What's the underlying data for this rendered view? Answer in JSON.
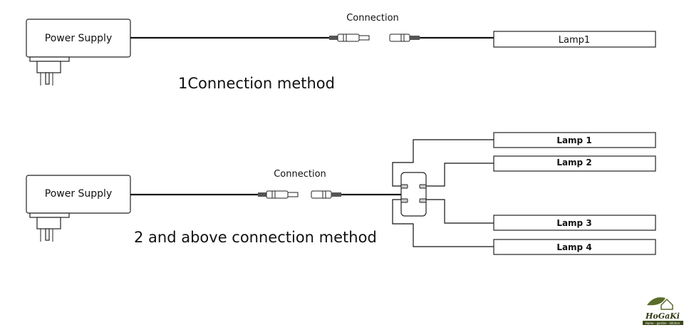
{
  "diagram1": {
    "power_supply": "Power Supply",
    "connection": "Connection",
    "lamp": "Lamp1",
    "caption": "1Connection method"
  },
  "diagram2": {
    "power_supply": "Power Supply",
    "connection": "Connection",
    "lamps": [
      "Lamp 1",
      "Lamp 2",
      "Lamp 3",
      "Lamp 4"
    ],
    "caption": "2 and above connection method"
  },
  "logo": {
    "name": "HoGaKi",
    "tagline": "Home - garden - kitchen",
    "colors": {
      "leaf": "#5a6b2a",
      "text": "#2e3a12"
    }
  }
}
